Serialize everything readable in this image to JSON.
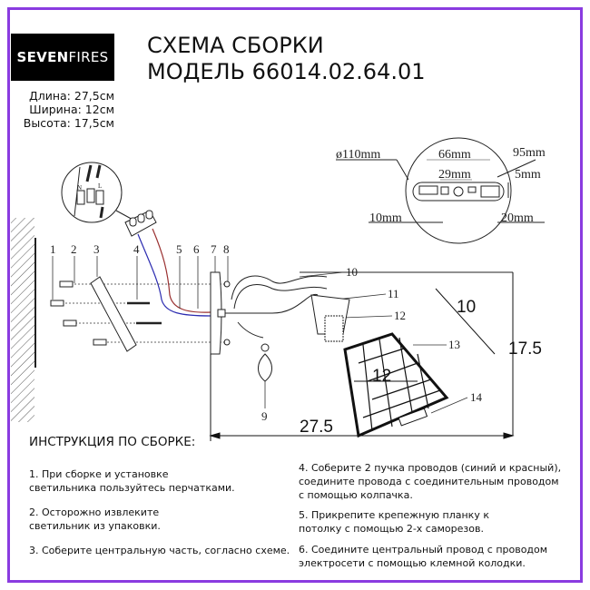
{
  "brand": {
    "logo_bold": "SEVEN",
    "logo_light": "FIRES"
  },
  "header": {
    "title_line1": "СХЕМА СБОРКИ",
    "title_line2": "МОДЕЛЬ 66014.02.64.01"
  },
  "dimensions_text": {
    "length": "Длина: 27,5см",
    "width": "Ширина: 12см",
    "height": "Высота: 17,5см"
  },
  "mount_detail": {
    "diameter": "ø110mm",
    "d66": "66mm",
    "d29": "29mm",
    "d95": "95mm",
    "d5": "5mm",
    "d10": "10mm",
    "d20": "20mm"
  },
  "inset_terminal": {
    "n": "N",
    "l": "L"
  },
  "part_numbers": [
    "1",
    "2",
    "3",
    "4",
    "5",
    "6",
    "7",
    "8",
    "9",
    "10",
    "11",
    "12",
    "13",
    "14"
  ],
  "diagram_dims": {
    "length": "27.5",
    "height": "17.5",
    "shade_top": "10",
    "shade_width": "12"
  },
  "colors": {
    "frame": "#8a3be0",
    "wire_blue": "#2b2bb0",
    "wire_red": "#9a3030"
  },
  "instructions": {
    "heading": "ИНСТРУКЦИЯ ПО СБОРКЕ:",
    "steps": [
      [
        "1. При сборке и установке",
        "светильника пользуйтесь перчатками."
      ],
      [
        "2. Осторожно извлеките",
        "светильник из упаковки."
      ],
      [
        "3. Соберите центральную часть, согласно схеме."
      ],
      [
        "4. Соберите 2 пучка проводов (синий и красный),",
        "соедините провода с соединительным проводом",
        "с помощью колпачка."
      ],
      [
        "5. Прикрепите крепежную планку к",
        "потолку с помощью 2-х саморезов."
      ],
      [
        "6. Соедините центральный провод с проводом",
        "электросети с помощью клемной колодки."
      ]
    ]
  }
}
